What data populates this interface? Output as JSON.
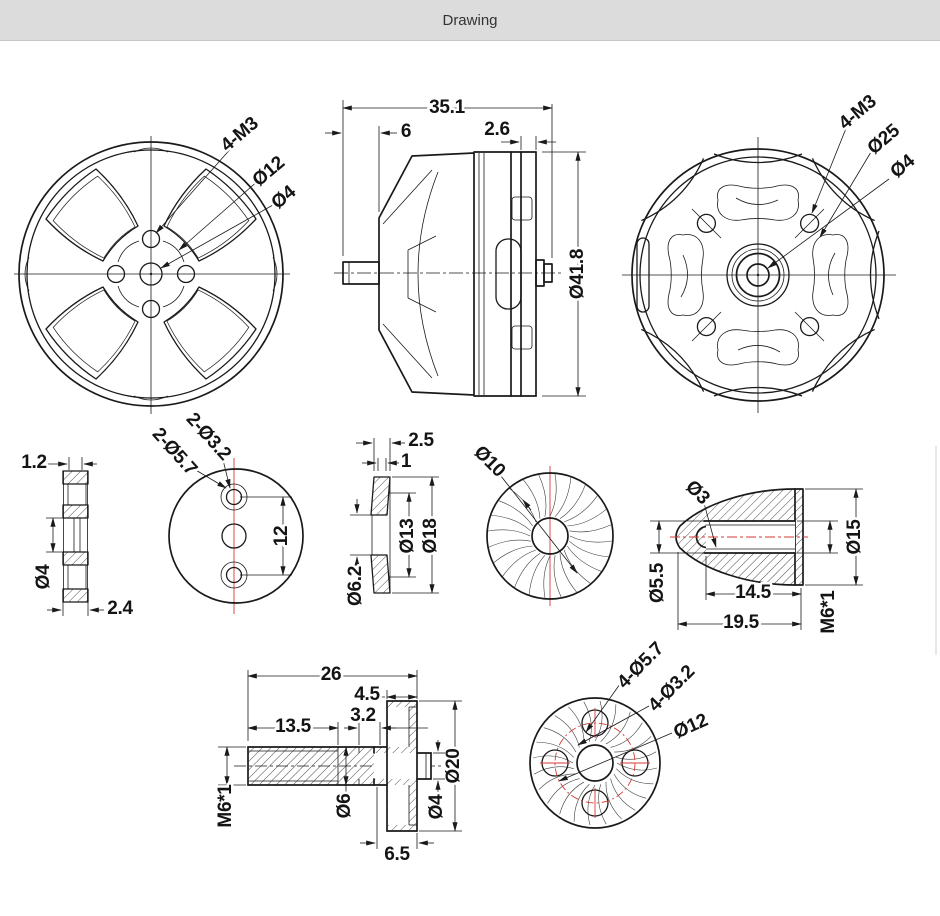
{
  "header": {
    "title": "Drawing"
  },
  "colors": {
    "header_bg": "#dcdcdc",
    "header_text": "#333333",
    "line": "#1a1a1a",
    "centerline_red": "#d63a34",
    "canvas_bg": "#ffffff"
  },
  "views": {
    "front": {
      "label_holes": "4-M3",
      "label_bolt_circle": "Ø12",
      "label_shaft": "Ø4"
    },
    "side": {
      "dim_length": "35.1",
      "dim_shaft_len": "6",
      "dim_plate": "2.6",
      "dim_diameter": "Ø41.8"
    },
    "rear": {
      "label_holes": "4-M3",
      "label_bolt_circle": "Ø25",
      "label_shaft": "Ø4"
    },
    "shim_washer": {
      "dim_thickness": "1.2",
      "dim_bore": "Ø4",
      "dim_overall": "2.4"
    },
    "mount_plate": {
      "label_holes_small": "2-Ø3.2",
      "label_holes_large": "2-Ø5.7",
      "dim_spacing": "12"
    },
    "cone_washer": {
      "dim_edge": "2.5",
      "dim_center": "1",
      "dim_mid": "Ø13",
      "dim_outer": "Ø18",
      "dim_bore": "Ø6.2"
    },
    "knurled_washer": {
      "label_diameter": "Ø10"
    },
    "prop_nut": {
      "label_tip_hole": "Ø3",
      "dim_bore": "Ø5.5",
      "dim_thread_depth": "14.5",
      "dim_length": "19.5",
      "dim_outer": "Ø15",
      "dim_thread": "M6*1"
    },
    "prop_shaft": {
      "dim_length": "26",
      "dim_flange": "4.5",
      "dim_thread_len": "13.5",
      "dim_step": "3.2",
      "dim_thread": "M6*1",
      "dim_shaft": "Ø6",
      "dim_flange_dia": "Ø20",
      "dim_pin": "Ø4",
      "dim_hub": "6.5"
    },
    "prop_hub": {
      "label_counterbores": "4-Ø5.7",
      "label_holes": "4-Ø3.2",
      "label_bolt_circle": "Ø12"
    }
  }
}
